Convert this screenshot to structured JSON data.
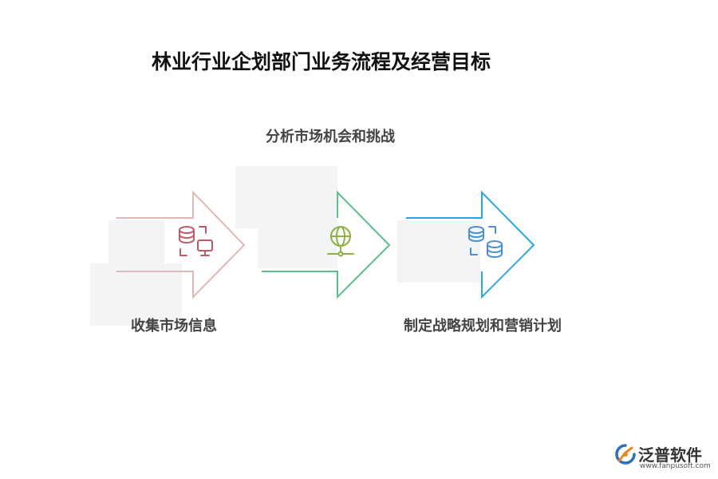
{
  "title": "林业行业企划部门业务流程及经营目标",
  "steps": [
    {
      "label": "收集市场信息",
      "color": "#e0b8b8",
      "icon": "database-monitor-icon"
    },
    {
      "label": "分析市场机会和挑战",
      "color": "#5cbf8c",
      "icon": "globe-network-icon"
    },
    {
      "label": "制定战略规划和营销计划",
      "color": "#29a8e0",
      "icon": "database-sync-icon"
    }
  ],
  "icon_colors": [
    "#c05a66",
    "#8cb043",
    "#4a90d9"
  ],
  "brand": {
    "name": "泛普软件",
    "url": "www.fanpusoft.com",
    "logo": "fanpu-logo"
  }
}
